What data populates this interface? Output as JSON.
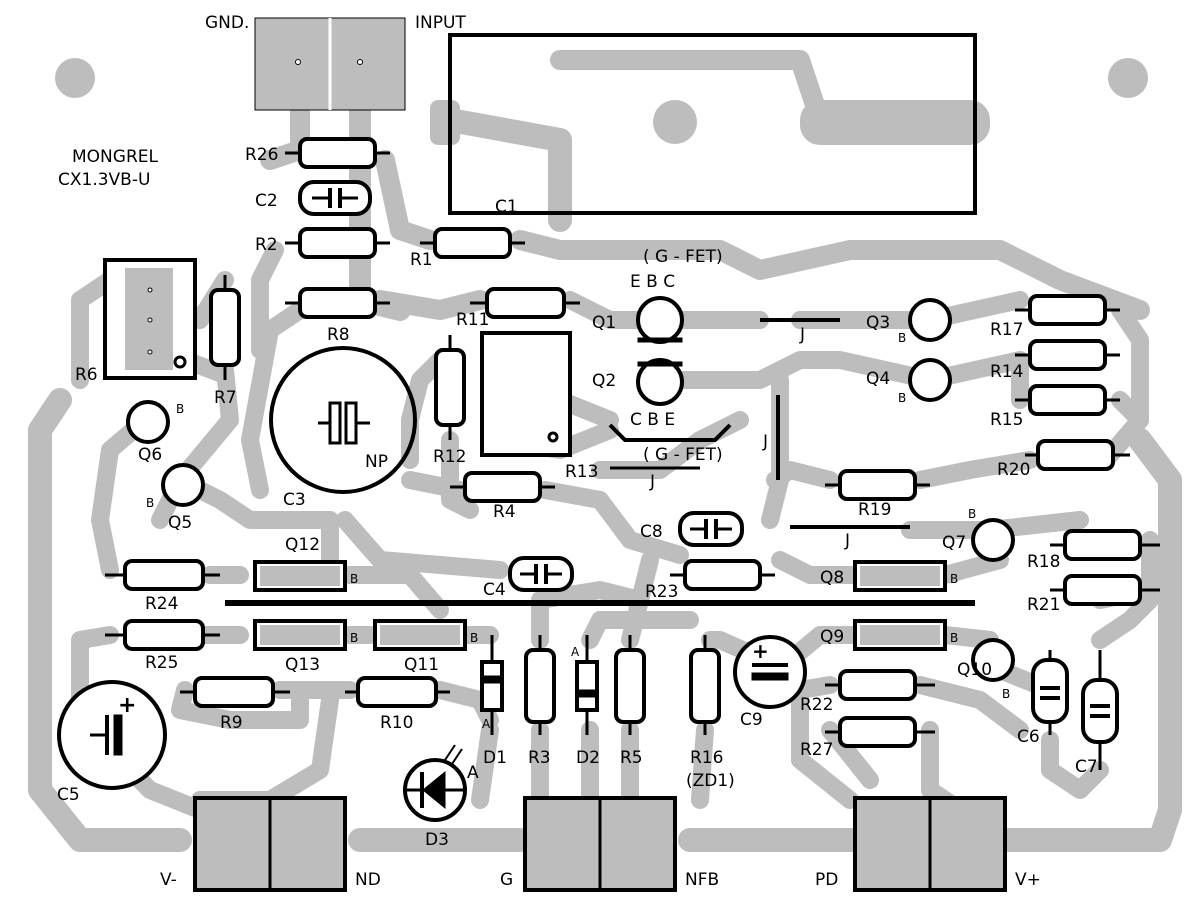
{
  "board": {
    "title_line1": "MONGREL",
    "title_line2": "CX1.3VB-U"
  },
  "labels": {
    "gnd": "GND.",
    "input": "INPUT",
    "r26": "R26",
    "c2": "C2",
    "r2": "R2",
    "r1": "R1",
    "c1": "C1",
    "r8": "R8",
    "r11": "R11",
    "r6": "R6",
    "r7": "R7",
    "r12": "R12",
    "gfet_top": "( G - FET)",
    "ebc": "E  B  C",
    "q1": "Q1",
    "q2": "Q2",
    "cbe": "C  B  E",
    "gfet_bot": "( G - FET)",
    "r13": "R13",
    "j1": "J",
    "j2": "J",
    "j3": "J",
    "j4": "J",
    "q3": "Q3",
    "q4": "Q4",
    "b_q3": "B",
    "b_q4": "B",
    "r17": "R17",
    "r14": "R14",
    "r15": "R15",
    "r20": "R20",
    "q6": "Q6",
    "b_q6": "B",
    "q5": "Q5",
    "b_q5": "B",
    "c3": "C3",
    "np": "NP",
    "r4": "R4",
    "c8": "C8",
    "r19": "R19",
    "q7": "Q7",
    "b_q7": "B",
    "r18": "R18",
    "r21": "R21",
    "q12": "Q12",
    "b_q12": "B",
    "r24": "R24",
    "c4": "C4",
    "r23": "R23",
    "q8": "Q8",
    "b_q8": "B",
    "r25": "R25",
    "q13": "Q13",
    "b_q13": "B",
    "q11": "Q11",
    "b_q11": "B",
    "q9": "Q9",
    "b_q9": "B",
    "q10": "Q10",
    "b_q10": "B",
    "a_d1": "A",
    "a_d2": "A",
    "a_d3": "A",
    "r9": "R9",
    "r10": "R10",
    "d1": "D1",
    "r3": "R3",
    "d2": "D2",
    "r5": "R5",
    "r16": "R16",
    "zd1": "(ZD1)",
    "c9": "C9",
    "r22": "R22",
    "r27": "R27",
    "c6": "C6",
    "c7": "C7",
    "c5": "C5",
    "d3": "D3",
    "v_minus": "V-",
    "nd": "ND",
    "g": "G",
    "nfb": "NFB",
    "pd": "PD",
    "v_plus": "V+",
    "plus_c5": "+",
    "plus_c9": "+"
  },
  "colors": {
    "copper": "#bdbdbd",
    "silkscreen": "#000000",
    "background": "#ffffff"
  }
}
